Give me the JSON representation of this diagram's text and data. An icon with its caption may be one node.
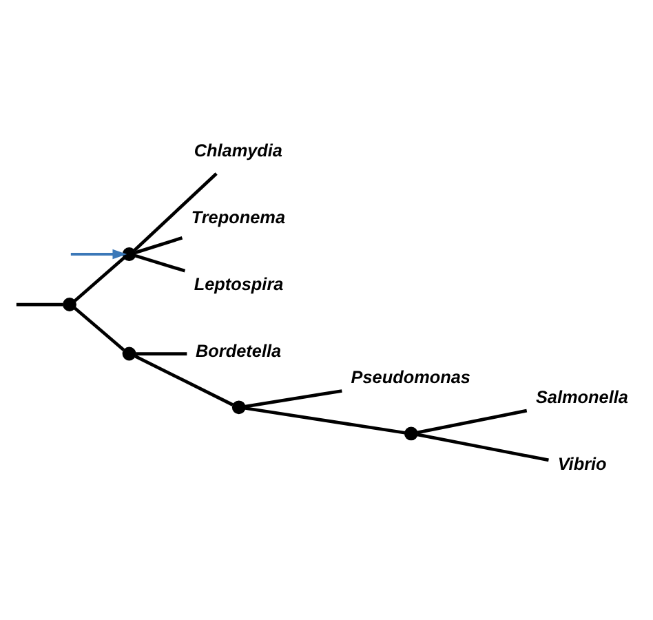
{
  "diagram": {
    "nodes": [
      {
        "text": [
          "Chlamydia"
        ]
      },
      {
        "text": [
          "Treponema"
        ]
      },
      {
        "text": [
          "Leptospira"
        ]
      },
      {
        "text": [
          "Bordetella"
        ]
      },
      {
        "text": [
          "Pseudomonas"
        ]
      },
      {
        "text": [
          "Salmonella"
        ]
      },
      {
        "text": [
          "Vibrio"
        ]
      },
      {
        "text": [],
        "shape": "point"
      },
      {
        "text": [],
        "shape": "point"
      },
      {
        "text": [],
        "shape": "point"
      },
      {
        "text": [],
        "shape": "point"
      },
      {
        "text": [],
        "shape": "point"
      }
    ],
    "edges": [
      {
        "from": null,
        "to": 7,
        "arrow": "none"
      },
      {
        "from": 7,
        "to": 8,
        "arrow": "none"
      },
      {
        "from": 7,
        "to": 9,
        "arrow": "none"
      },
      {
        "from": 8,
        "to": 0,
        "arrow": "none"
      },
      {
        "from": 8,
        "to": 1,
        "arrow": "none"
      },
      {
        "from": 8,
        "to": 2,
        "arrow": "none"
      },
      {
        "from": 9,
        "to": 3,
        "arrow": "none"
      },
      {
        "from": 9,
        "to": 10,
        "arrow": "none"
      },
      {
        "from": 10,
        "to": 4,
        "arrow": "none"
      },
      {
        "from": 10,
        "to": 11,
        "arrow": "none"
      },
      {
        "from": 11,
        "to": 5,
        "arrow": "none"
      },
      {
        "from": 11,
        "to": 6,
        "arrow": "none"
      },
      {
        "from": null,
        "to": 8,
        "arrow": "to",
        "color": "#3b78b8"
      }
    ]
  }
}
